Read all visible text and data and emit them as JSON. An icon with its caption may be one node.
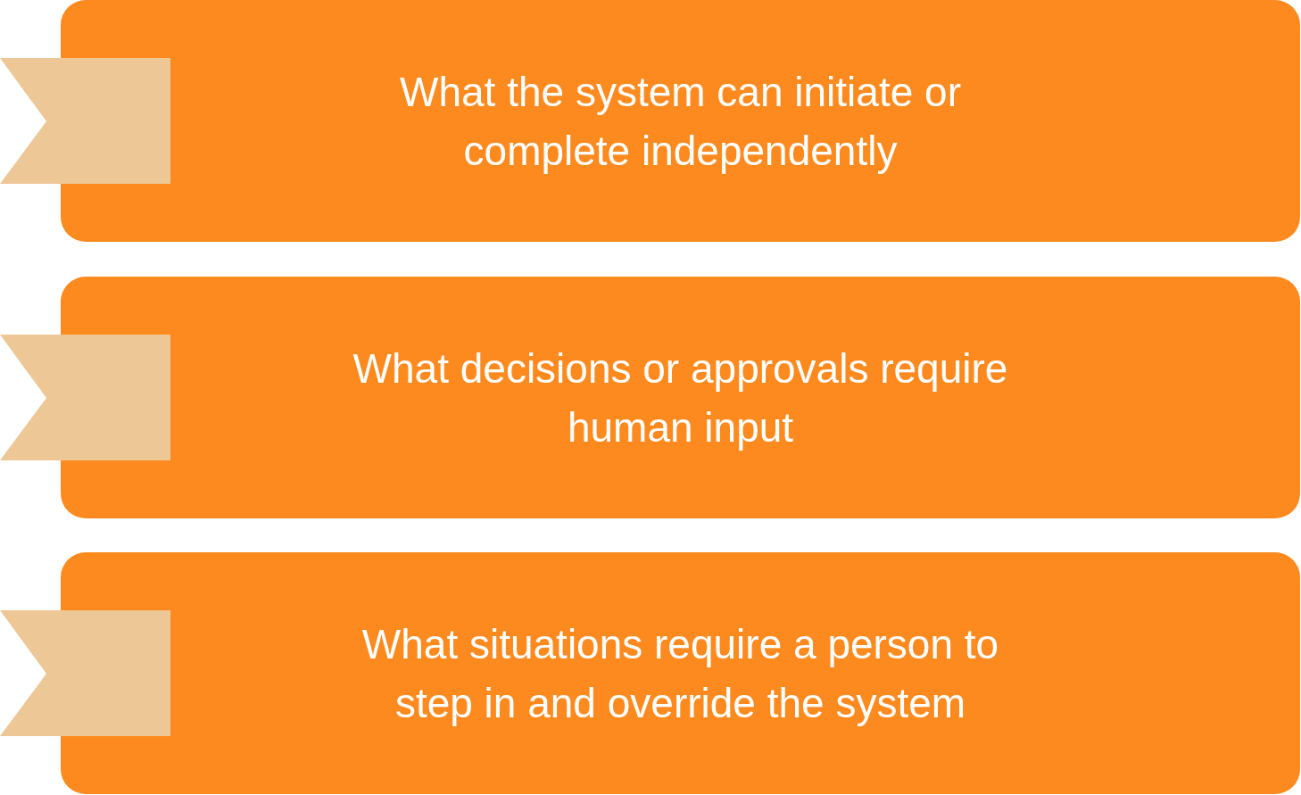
{
  "diagram": {
    "nodes": [
      {
        "text": [
          "What the system can initiate or complete independently"
        ]
      },
      {
        "text": [],
        "shape": "ribbon"
      },
      {
        "text": [
          "What decisions or approvals require human input"
        ]
      },
      {
        "text": [],
        "shape": "ribbon"
      },
      {
        "text": [
          "What situations require a person to step in and override the system"
        ]
      },
      {
        "text": [],
        "shape": "ribbon"
      }
    ]
  }
}
